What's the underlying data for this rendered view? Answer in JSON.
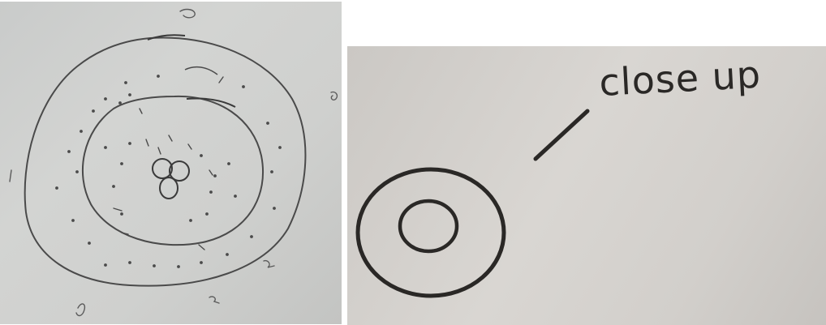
{
  "panels": {
    "left": {
      "kind": "photo-of-pencil-sketch",
      "paper_color": "#cdcecc",
      "ink_color": "#4a4a4a"
    },
    "right": {
      "kind": "photo-of-pencil-sketch",
      "paper_color": "#d4d1cd",
      "ink_color": "#2a2826",
      "annotation": "close up"
    }
  }
}
